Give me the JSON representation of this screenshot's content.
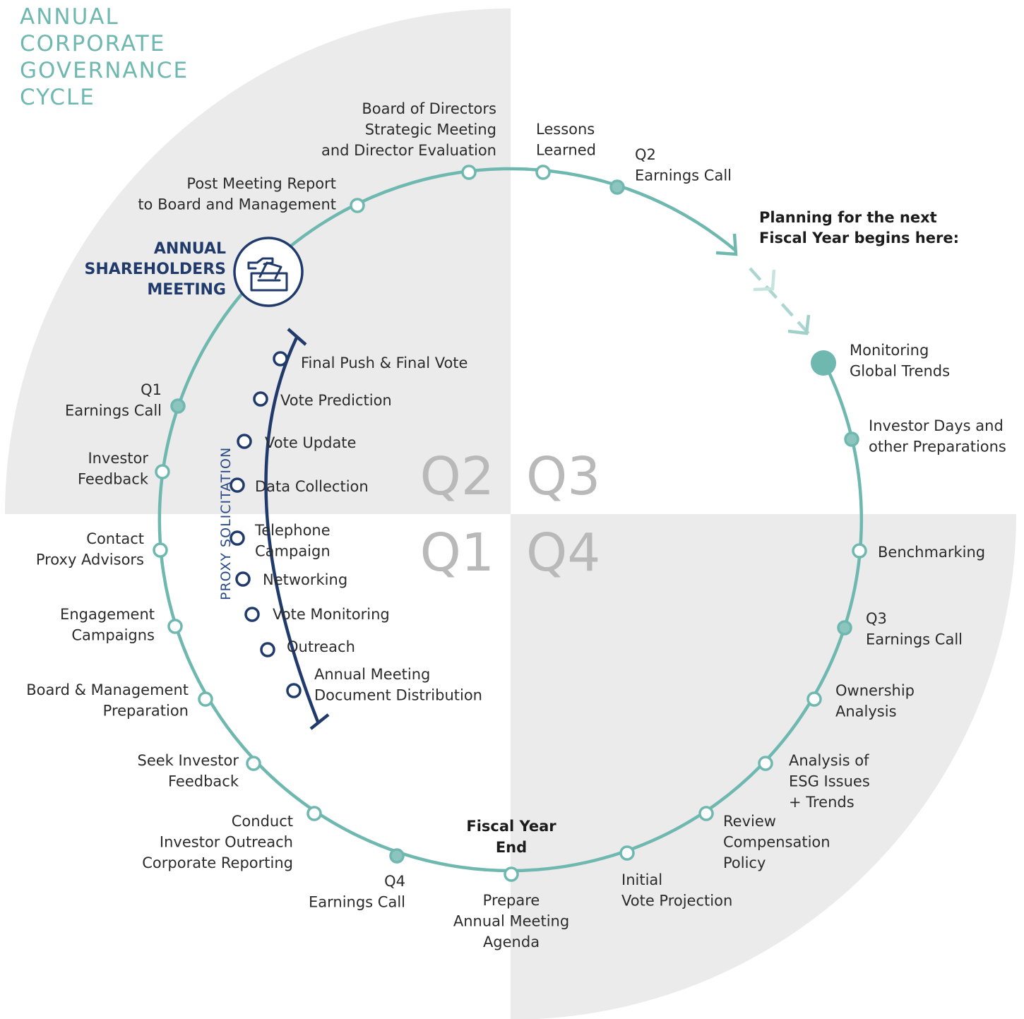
{
  "title": [
    "ANNUAL",
    "CORPORATE",
    "GOVERNANCE",
    "CYCLE"
  ],
  "quarters": {
    "q1": "Q1",
    "q2": "Q2",
    "q3": "Q3",
    "q4": "Q4"
  },
  "planning": [
    "Planning for the next",
    "Fiscal Year begins here:"
  ],
  "shareholders_meeting": [
    "ANNUAL",
    "SHAREHOLDERS",
    "MEETING"
  ],
  "fiscal_year_end": [
    "Fiscal Year",
    "End"
  ],
  "proxy": {
    "title": "PROXY SOLICITATION",
    "steps": [
      [
        "Final Push & Final Vote"
      ],
      [
        "Vote Prediction"
      ],
      [
        "Vote Update"
      ],
      [
        "Data Collection"
      ],
      [
        "Telephone",
        "Campaign"
      ],
      [
        "Networking"
      ],
      [
        "Vote Monitoring"
      ],
      [
        "Outreach"
      ],
      [
        "Annual Meeting",
        "Document Distribution"
      ]
    ]
  },
  "cycle_events": [
    [
      "Monitoring",
      "Global Trends"
    ],
    [
      "Investor Days and",
      "other Preparations"
    ],
    [
      "Benchmarking"
    ],
    [
      "Q3",
      "Earnings Call"
    ],
    [
      "Ownership",
      "Analysis"
    ],
    [
      "Analysis of",
      "ESG Issues",
      "+ Trends"
    ],
    [
      "Review",
      "Compensation",
      "Policy"
    ],
    [
      "Initial",
      "Vote Projection"
    ],
    [
      "Prepare",
      "Annual Meeting",
      "Agenda"
    ],
    [
      "Q4",
      "Earnings Call"
    ],
    [
      "Conduct",
      "Investor Outreach",
      "Corporate Reporting"
    ],
    [
      "Seek Investor",
      "Feedback"
    ],
    [
      "Board & Management",
      "Preparation"
    ],
    [
      "Engagement",
      "Campaigns"
    ],
    [
      "Contact",
      "Proxy Advisors"
    ],
    [
      "Investor",
      "Feedback"
    ],
    [
      "Q1",
      "Earnings Call"
    ],
    [
      "Post Meeting Report",
      "to Board and Management"
    ],
    [
      "Board of Directors",
      "Strategic Meeting",
      "and Director Evaluation"
    ],
    [
      "Lessons",
      "Learned"
    ],
    [
      "Q2",
      "Earnings Call"
    ]
  ],
  "colors": {
    "teal": "#6fb8b0",
    "teal_fill": "#8cc5be",
    "navy": "#1f3a6b",
    "quadrant_bg": "#ebebeb",
    "quarter_text": "#b9b9b9"
  },
  "icons": {
    "meeting_icon": "ballot-box-hand-icon"
  }
}
